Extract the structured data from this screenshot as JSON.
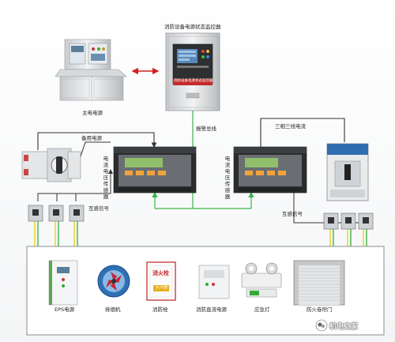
{
  "monitor_title": "消防设备电源状态监控器",
  "monitor_screen_caption": "消防设备电源状态监控器",
  "main_power": "主电电源",
  "backup_power": "备用电源",
  "alarm_bus": "报警总线",
  "three_phase": "三相三线电流",
  "sensor_left": "电流电压传感器",
  "sensor_right": "电流电压传感器",
  "mutual_signal_left": "互感信号",
  "mutual_signal_right": "互感信号",
  "hydrant_sign": "消火栓",
  "hydrant_sub": "灭火器",
  "devices": [
    {
      "label": "EPS电源"
    },
    {
      "label": "排烟机"
    },
    {
      "label": "消防栓"
    },
    {
      "label": "消防直流电源"
    },
    {
      "label": "应急灯"
    },
    {
      "label": "防火卷帘门"
    }
  ],
  "watermark": "机电之家",
  "colors": {
    "wire_green": "#3bb54a",
    "wire_yellow": "#e8d31a",
    "wire_dark": "#333333",
    "arrow_red": "#d42020"
  }
}
